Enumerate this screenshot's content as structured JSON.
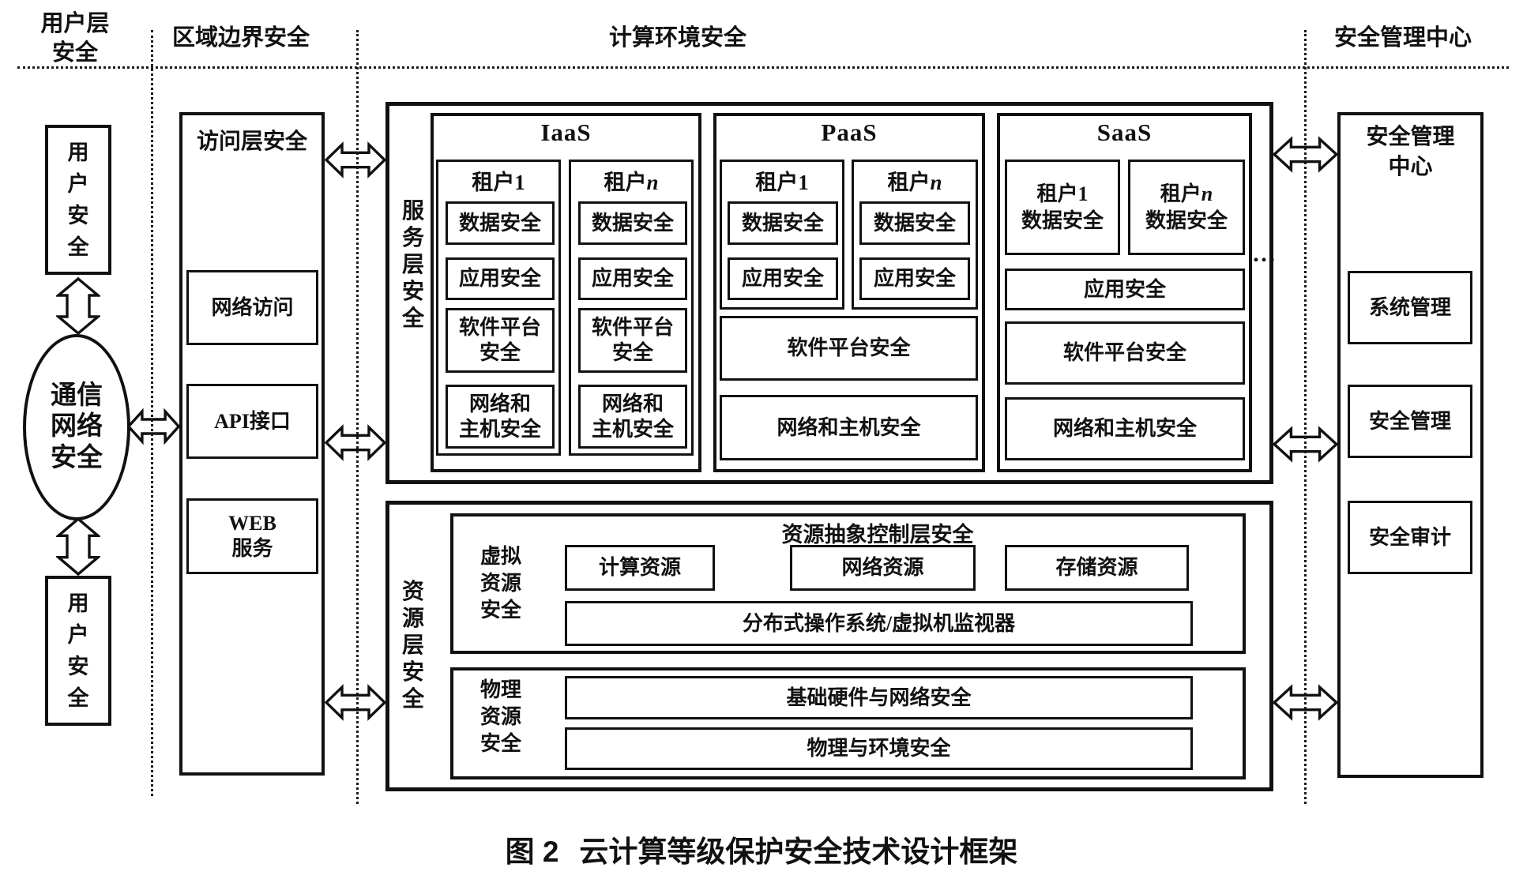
{
  "colors": {
    "ink": "#111111",
    "paper": "#ffffff"
  },
  "headers": {
    "user_layer": "用户层\n安全",
    "boundary": "区域边界安全",
    "computing": "计算环境安全",
    "management": "安全管理中心"
  },
  "left_column": {
    "user_top": "用\n户\n安\n全",
    "ellipse": "通信\n网络\n安全",
    "user_bottom": "用\n户\n安\n全"
  },
  "access_layer": {
    "title": "访问层安全",
    "network_access": "网络访问",
    "api": "API接口",
    "web": "WEB\n服务"
  },
  "service_layer": {
    "label": "服\n务\n层\n安\n全",
    "ellipsis": "…",
    "iaas": {
      "title": "IaaS",
      "tenants": [
        {
          "prefix": "租户",
          "suffix": "1",
          "cells": [
            "数据安全",
            "应用安全",
            "软件平台\n安全",
            "网络和\n主机安全"
          ]
        },
        {
          "prefix": "租户",
          "suffix": "n",
          "cells": [
            "数据安全",
            "应用安全",
            "软件平台\n安全",
            "网络和\n主机安全"
          ]
        }
      ]
    },
    "paas": {
      "title": "PaaS",
      "tenants": [
        {
          "prefix": "租户",
          "suffix": "1",
          "cells": [
            "数据安全",
            "应用安全"
          ]
        },
        {
          "prefix": "租户",
          "suffix": "n",
          "cells": [
            "数据安全",
            "应用安全"
          ]
        }
      ],
      "shared": [
        "软件平台安全",
        "网络和主机安全"
      ]
    },
    "saas": {
      "title": "SaaS",
      "tenants": [
        {
          "prefix": "租户",
          "suffix": "1",
          "label": "数据安全"
        },
        {
          "prefix": "租户",
          "suffix": "n",
          "label": "数据安全"
        }
      ],
      "shared": [
        "应用安全",
        "软件平台安全",
        "网络和主机安全"
      ]
    }
  },
  "resource_layer": {
    "label": "资\n源\n层\n安\n全",
    "virtual": {
      "label": "虚拟\n资源\n安全",
      "title": "资源抽象控制层安全",
      "resources": [
        "计算资源",
        "网络资源",
        "存储资源"
      ],
      "platform": "分布式操作系统/虚拟机监视器"
    },
    "physical": {
      "label": "物理\n资源\n安全",
      "items": [
        "基础硬件与网络安全",
        "物理与环境安全"
      ]
    }
  },
  "management_center": {
    "title": "安全管理\n中心",
    "items": [
      "系统管理",
      "安全管理",
      "安全审计"
    ]
  },
  "caption": {
    "figure": "图 2",
    "title": "云计算等级保护安全技术设计框架"
  }
}
